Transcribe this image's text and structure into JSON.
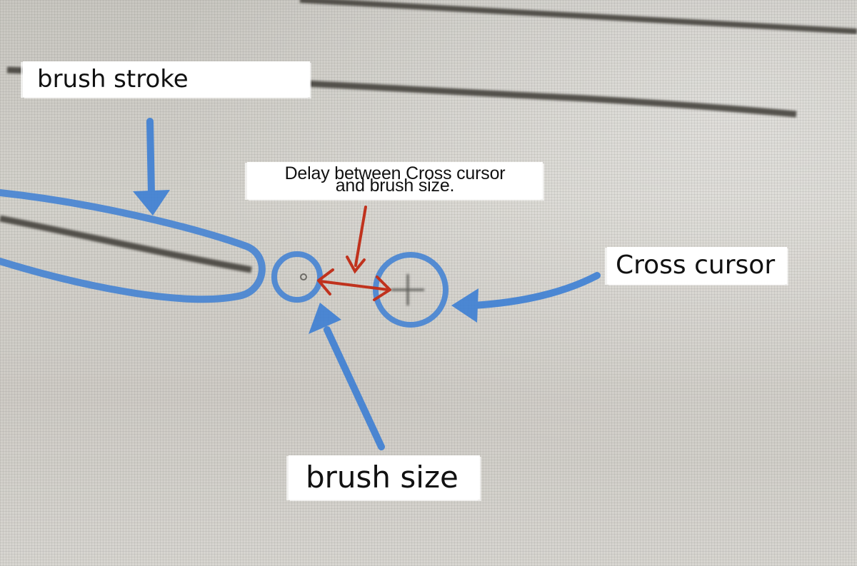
{
  "annotations": {
    "brush_stroke_label": "brush stroke",
    "cross_cursor_label": "Cross cursor",
    "brush_size_label": "brush size",
    "delay_line1": "Delay between Cross cursor",
    "delay_line2": "and brush size."
  },
  "colors": {
    "annotation_blue": "#3d7fd4",
    "annotation_red": "#c0321d",
    "stroke_dark": "#3d3a36",
    "screen_gray": "#cfccc6"
  },
  "icons": [
    "cross-cursor-icon",
    "brush-size-dot-icon"
  ]
}
